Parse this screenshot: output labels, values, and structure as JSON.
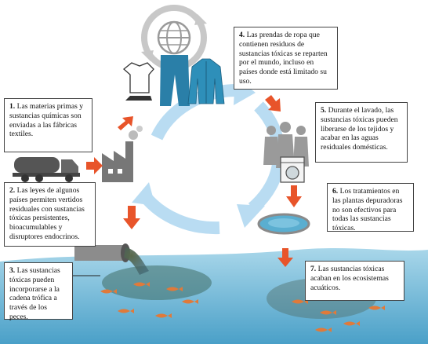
{
  "steps": [
    {
      "num": "1.",
      "text": " Las materias primas y sustancias químicas son enviadas a las fábricas textiles."
    },
    {
      "num": "2.",
      "text": " Las leyes de algunos países permiten vertidos residuales con sustancias tóxicas persistentes, bioacumulables y disruptores endocrinos."
    },
    {
      "num": "3.",
      "text": " Las sustancias tóxicas pueden incorporarse a la cadena trófica a través de los peces."
    },
    {
      "num": "4.",
      "text": " Las prendas de ropa que contienen residuos de sustancias tóxicas se reparten por el mundo, incluso en países donde está limitado su uso."
    },
    {
      "num": "5.",
      "text": " Durante el lavado, las sustancias tóxicas pueden liberarse de los tejidos y acabar en las aguas residuales domésticas."
    },
    {
      "num": "6.",
      "text": " Los tratamientos en las plantas depuradoras no son efectivos para todas las sustancias tóxicas."
    },
    {
      "num": "7.",
      "text": " Las sustancias tóxicas acaban en los ecosistemas acuáticos."
    }
  ],
  "colors": {
    "arrow": "#e8542a",
    "cycle": "#b9dcf2",
    "water": "#6fb9d6",
    "box_border": "#444444"
  },
  "icons": [
    "truck-icon",
    "factory-icon",
    "globe-recycle-icon",
    "clothing-icon",
    "people-icon",
    "washing-machine-icon",
    "treatment-plant-icon",
    "pipe-icon",
    "fish-icon"
  ]
}
